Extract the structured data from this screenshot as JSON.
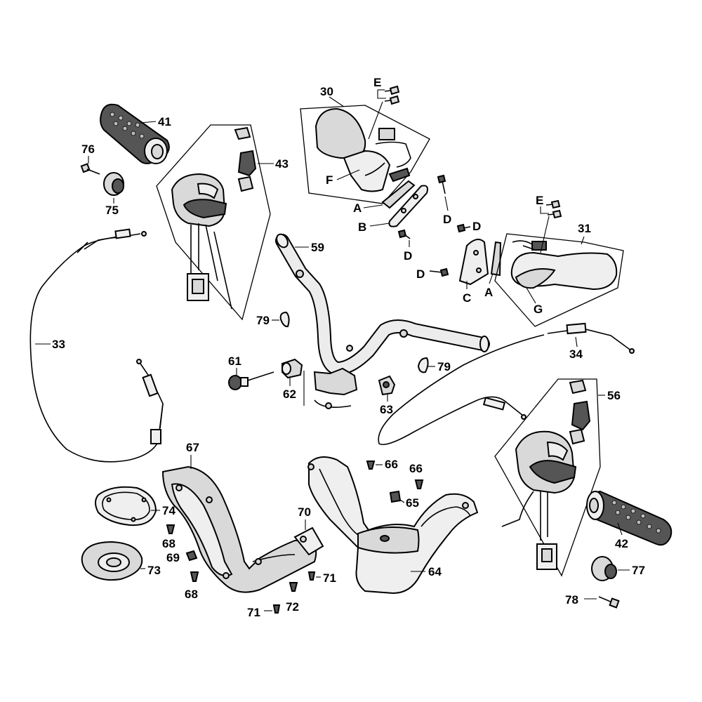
{
  "labels": {
    "l30": "30",
    "l31": "31",
    "l33": "33",
    "l34": "34",
    "l41": "41",
    "l42": "42",
    "l43": "43",
    "l56": "56",
    "l59": "59",
    "l61": "61",
    "l62": "62",
    "l63": "63",
    "l64": "64",
    "l65": "65",
    "l66a": "66",
    "l66b": "66",
    "l67": "67",
    "l68a": "68",
    "l68b": "68",
    "l69": "69",
    "l70": "70",
    "l71a": "71",
    "l71b": "71",
    "l72": "72",
    "l73": "73",
    "l74": "74",
    "l75": "75",
    "l76": "76",
    "l77": "77",
    "l78": "78",
    "l79a": "79",
    "l79b": "79",
    "lA1": "A",
    "lA2": "A",
    "lB": "B",
    "lC": "C",
    "lD1": "D",
    "lD2": "D",
    "lD3": "D",
    "lD4": "D",
    "lE1": "E",
    "lE2": "E",
    "lF": "F",
    "lG": "G"
  }
}
